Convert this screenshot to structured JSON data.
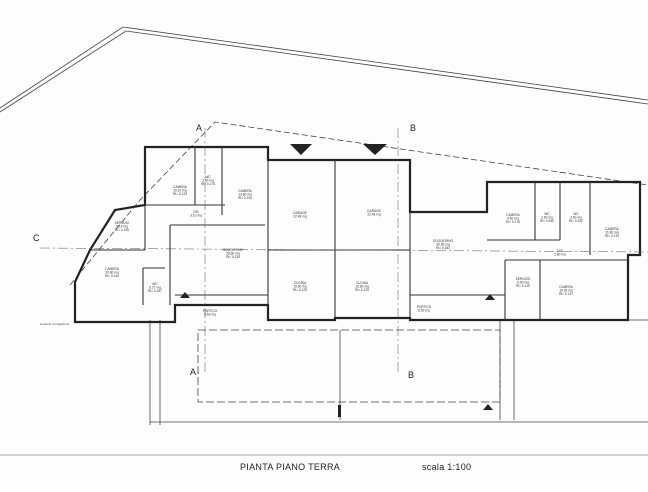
{
  "drawing": {
    "title": "PIANTA PIANO TERRA",
    "scale": "scala 1:100",
    "section_marks": {
      "a": "A",
      "b": "B",
      "c": "C"
    },
    "note": "impianto di irrigazione"
  },
  "rooms": [
    {
      "name": "CAMERA",
      "area": "10.10 mq",
      "ri": "Ri= 0.133"
    },
    {
      "name": "WC",
      "area": "3.60 mq",
      "ri": "Ri= 0.175"
    },
    {
      "name": "CAMERA",
      "area": "13.60 mq",
      "ri": "Ri= 0.130"
    },
    {
      "name": "DIS",
      "area": "3.10 mq",
      "ri": ""
    },
    {
      "name": "SERVIZIO",
      "area": "5.14 mq",
      "ri": "Ri= 0.155"
    },
    {
      "name": "SOGGIORNO",
      "area": "28.60 mq",
      "ri": "Ri= 0.139"
    },
    {
      "name": "CAMERA",
      "area": "20.80 mq",
      "ri": "Ri= 0.144"
    },
    {
      "name": "WC",
      "area": "5.27 mq",
      "ri": "Ri= 0.187"
    },
    {
      "name": "PORTICO",
      "area": "8.63 mq",
      "ri": ""
    },
    {
      "name": "GARAGE",
      "area": "22.48 mq",
      "ri": ""
    },
    {
      "name": "CUCINA",
      "area": "16.60 mq",
      "ri": "Ri= 0.125"
    },
    {
      "name": "GARAGE",
      "area": "22.48 mq",
      "ri": ""
    },
    {
      "name": "CUCINA",
      "area": "16.60 mq",
      "ri": "Ri= 0.125"
    },
    {
      "name": "SOGGIORNO",
      "area": "30.60 mq",
      "ri": "Ri= 0.183"
    },
    {
      "name": "CAMERA",
      "area": "9.60 mq",
      "ri": "Ri= 0.176"
    },
    {
      "name": "WC",
      "area": "2.60 mq",
      "ri": "Ri= 0.250"
    },
    {
      "name": "WC",
      "area": "3.60 mq",
      "ri": "Ri= 0.250"
    },
    {
      "name": "CAMERA",
      "area": "11.80 mq",
      "ri": "Ri= 0.133"
    },
    {
      "name": "DIS",
      "area": "2.80 mq",
      "ri": ""
    },
    {
      "name": "SERVIZIO",
      "area": "6.00 mq",
      "ri": "Ri= 0.120"
    },
    {
      "name": "CAMERA",
      "area": "16.30 mq",
      "ri": "Ri= 0.137"
    },
    {
      "name": "PORTICO",
      "area": "8.52 mq",
      "ri": ""
    }
  ]
}
